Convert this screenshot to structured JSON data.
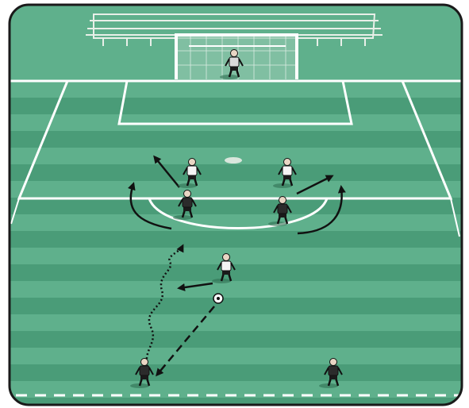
{
  "diagram": {
    "colors": {
      "frame_border": "#1a1a1a",
      "pitch_stripe_light": "#5fb08c",
      "pitch_stripe_dark": "#4a9c78",
      "line_white": "#ffffff",
      "goal_structure": "#e8efe8",
      "attacker_kit": "#2b2b2b",
      "defender_kit": "#f4f4f4",
      "goalkeeper_kit": "#d9d9d9",
      "arrow": "#111111"
    },
    "players": [
      {
        "role": "goalkeeper",
        "team": "defending"
      },
      {
        "role": "defender-left",
        "team": "defending"
      },
      {
        "role": "defender-right",
        "team": "defending"
      },
      {
        "role": "midfielder-left",
        "team": "attacking"
      },
      {
        "role": "midfielder-right",
        "team": "attacking"
      },
      {
        "role": "passer-center",
        "team": "defending"
      },
      {
        "role": "attacker-left",
        "team": "attacking"
      },
      {
        "role": "attacker-right",
        "team": "attacking"
      }
    ],
    "movement_types": [
      "run",
      "curved-run",
      "dribble",
      "pass"
    ]
  }
}
